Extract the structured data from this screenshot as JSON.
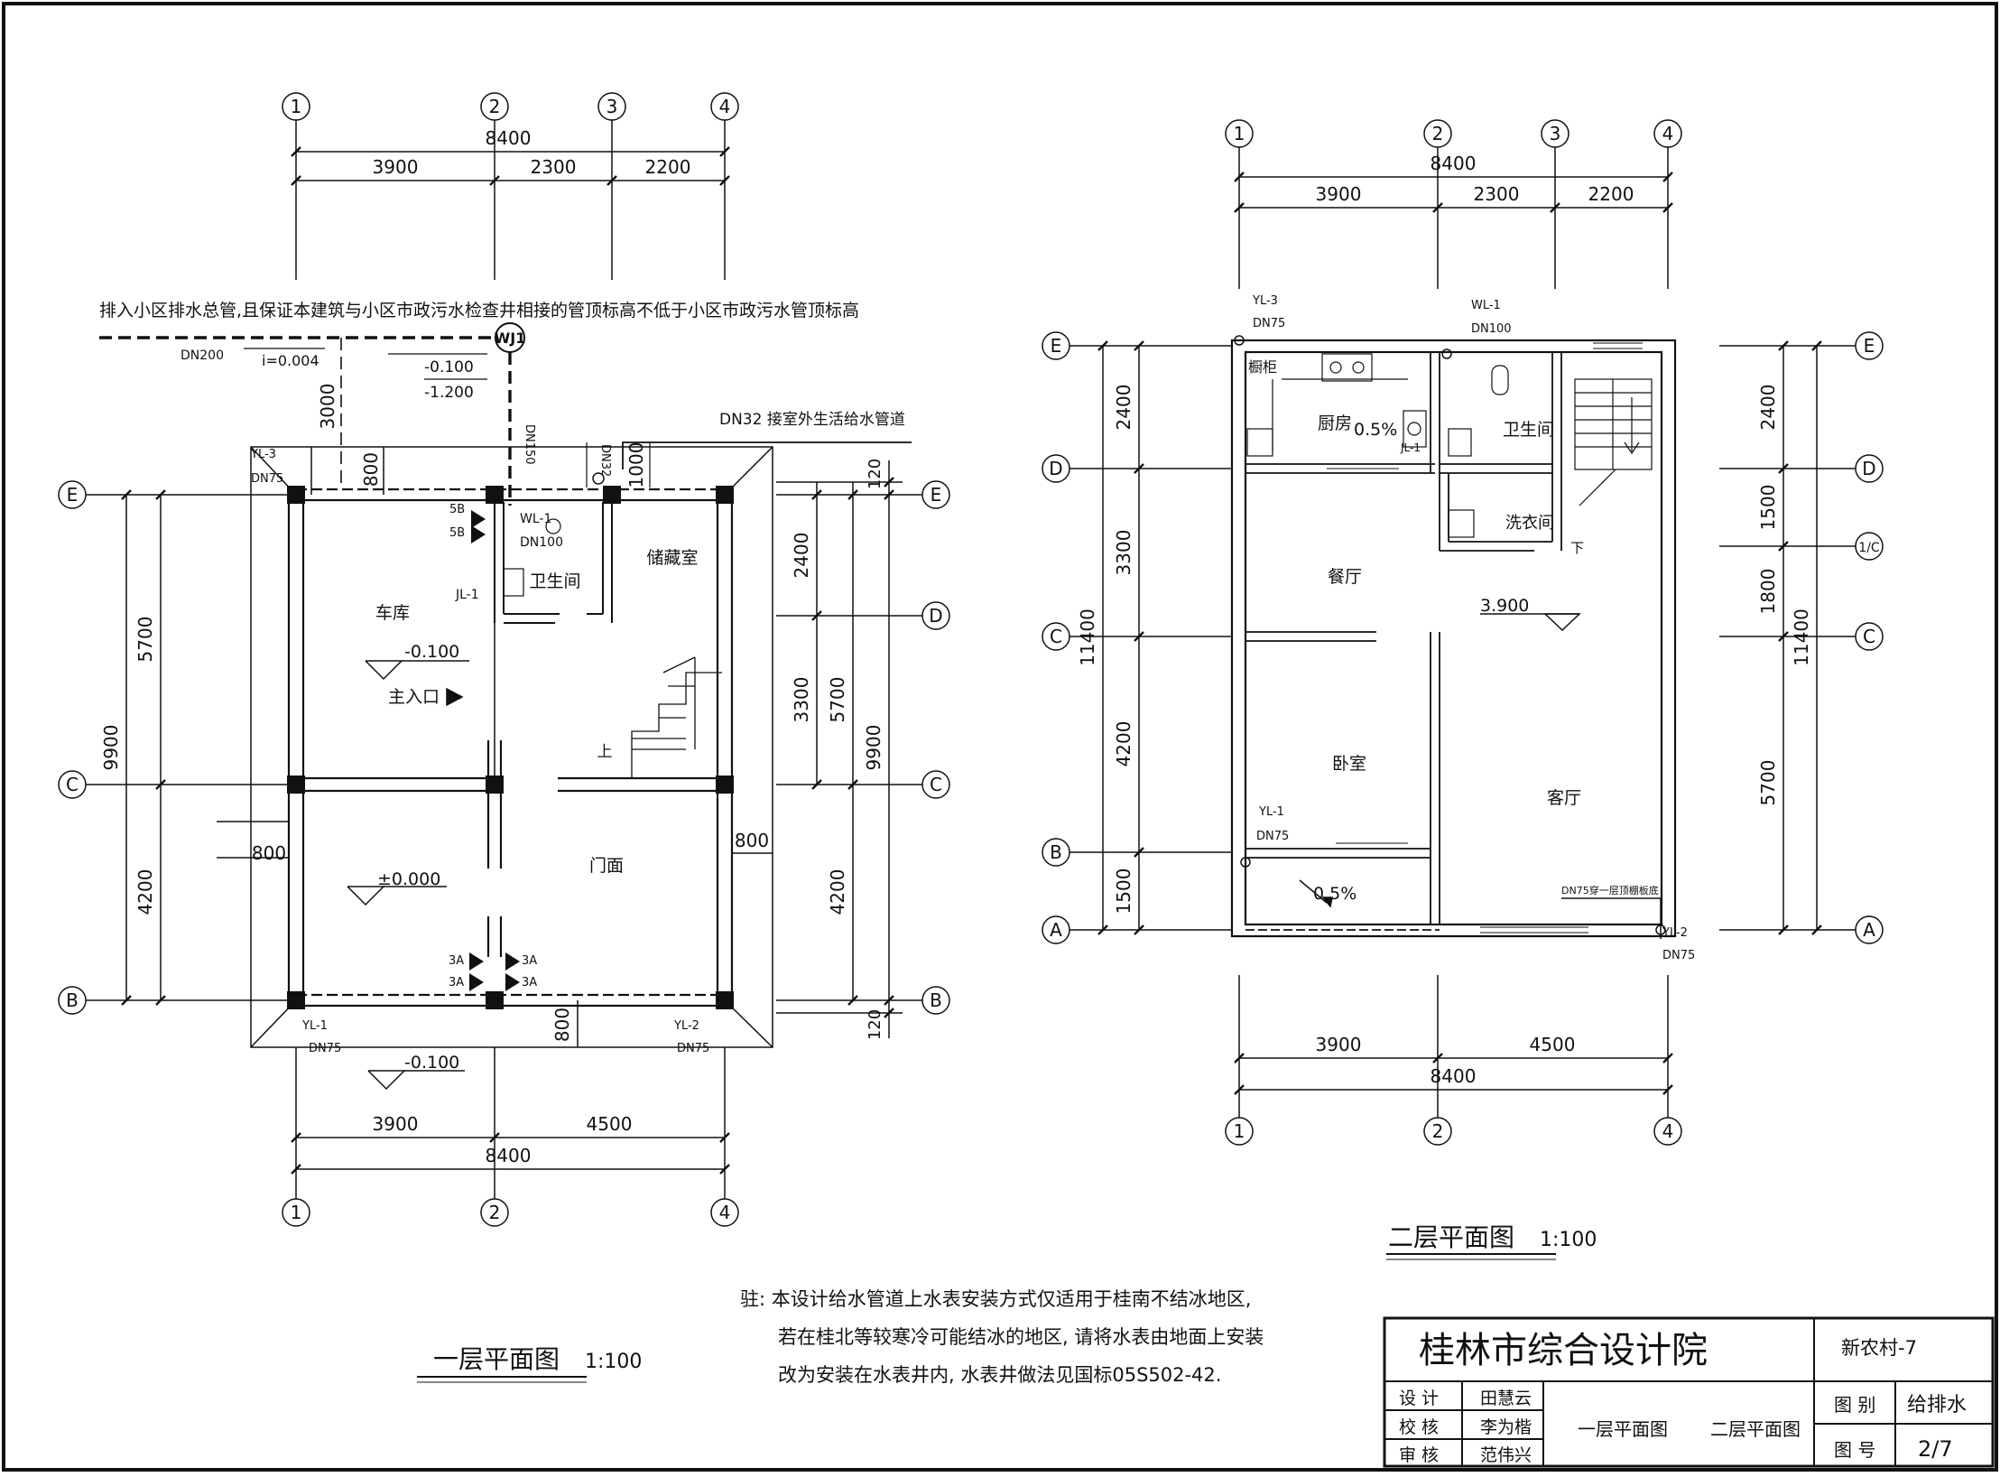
{
  "axes_top": [
    "1",
    "2",
    "3",
    "4"
  ],
  "axes_bottom": [
    "1",
    "2",
    "4"
  ],
  "axes_rows": [
    "E",
    "D",
    "C",
    "B"
  ],
  "axes_rows_f2": [
    "E",
    "D",
    "1/C",
    "C",
    "B",
    "A"
  ],
  "dims": {
    "total": "8400",
    "d3900": "3900",
    "d2300": "2300",
    "d2200": "2200",
    "d4500": "4500",
    "d5700": "5700",
    "d4200": "4200",
    "d9900": "9900",
    "d2400": "2400",
    "d3300": "3300",
    "d1500": "1500",
    "d1800": "1800",
    "d11400": "11400",
    "d3000": "3000",
    "d800": "800",
    "d1000": "1000",
    "d120": "120"
  },
  "f1": {
    "note_drain": "排入小区排水总管,且保证本建筑与小区市政污水检查井相接的管顶标高不低于小区市政污水管顶标高",
    "dn200": "DN200",
    "slope": "i=0.004",
    "wj1": "WJ1",
    "elev_pipe1": "-0.100",
    "elev_pipe2": "-1.200",
    "dn150": "DN150",
    "supply": "DN32  接室外生活给水管道",
    "dn32": "DN32",
    "yl3": "YL-3",
    "yl1": "YL-1",
    "yl2": "YL-2",
    "dn75": "DN75",
    "wl1": "WL-1",
    "dn100": "DN100",
    "jl1": "JL-1",
    "tag_5b": "5B",
    "tag_3a": "3A",
    "garage": "车库",
    "bath": "卫生间",
    "storage": "储藏室",
    "shop": "门面",
    "entrance": "主入口",
    "up": "上",
    "lvl_garage": "-0.100",
    "lvl_shop": "±0.000",
    "lvl_out": "-0.100",
    "title": "一层平面图",
    "scale": "1:100"
  },
  "f2": {
    "yl3": "YL-3",
    "dn75": "DN75",
    "wl1": "WL-1",
    "dn100": "DN100",
    "cabinet": "橱柜",
    "kitchen": "厨房",
    "slope": "0.5%",
    "jl1": "JL-1",
    "bath": "卫生间",
    "laundry": "洗衣间",
    "down": "下",
    "dining": "餐厅",
    "level": "3.900",
    "bedroom": "卧室",
    "living": "客厅",
    "yl1": "YL-1",
    "dn75_note": "DN75穿一层顶棚板底",
    "yl2": "YL-2",
    "title": "二层平面图",
    "scale": "1:100"
  },
  "notes": {
    "line1": "驻: 本设计给水管道上水表安装方式仅适用于桂南不结冰地区,",
    "line2": "若在桂北等较寒冷可能结冰的地区, 请将水表由地面上安装",
    "line3": "改为安装在水表井内, 水表井做法见国标05S502-42."
  },
  "titleblock": {
    "org": "桂林市综合设计院",
    "project": "新农村-7",
    "design_label": "设 计",
    "design": "田慧云",
    "check_label": "校 核",
    "check": "李为楷",
    "review_label": "审 核",
    "review": "范伟兴",
    "drawing1": "一层平面图",
    "drawing2": "二层平面图",
    "category_label": "图 别",
    "category": "给排水",
    "number_label": "图 号",
    "number": "2/7"
  }
}
